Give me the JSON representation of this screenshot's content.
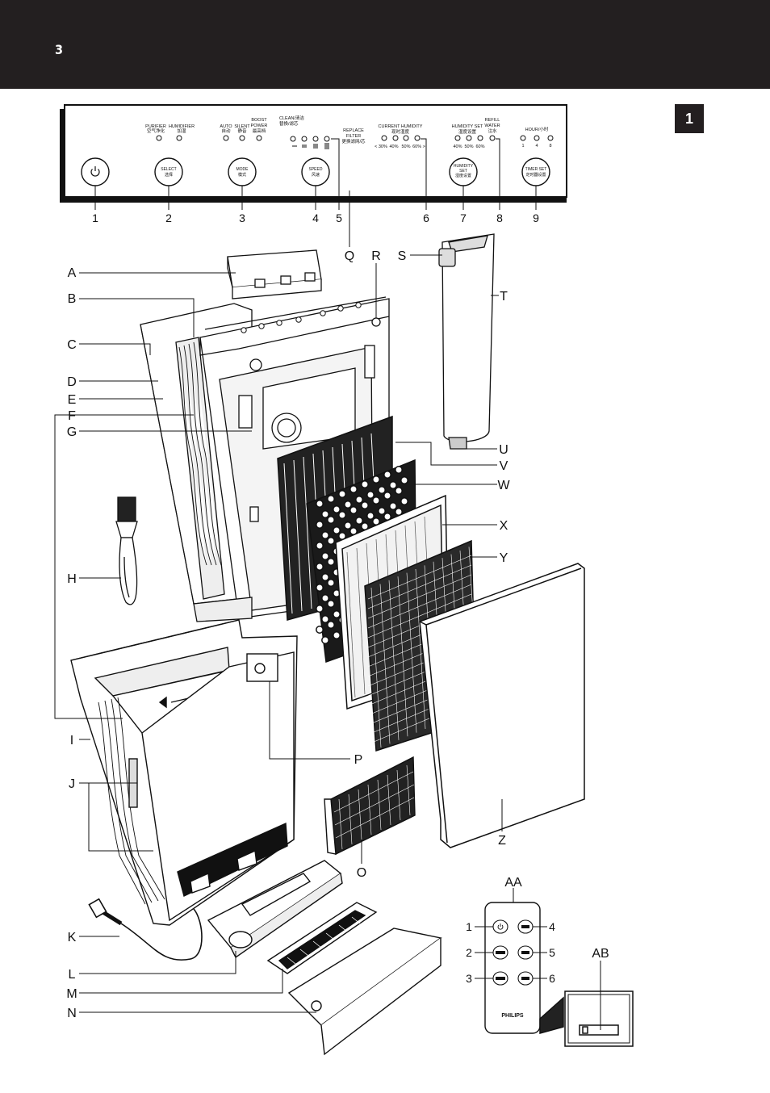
{
  "header": {
    "page_number": "3"
  },
  "figure": {
    "number": "1"
  },
  "panel": {
    "indicators": [
      {
        "text": "PURIFIER"
      },
      {
        "text": "空气净化"
      },
      {
        "text": "HUMIDIFIER"
      },
      {
        "text": "加湿"
      },
      {
        "text": "AUTO"
      },
      {
        "text": "自动"
      },
      {
        "text": "SILENT"
      },
      {
        "text": "静音"
      },
      {
        "text": "BOOST"
      },
      {
        "text": "POWER"
      },
      {
        "text": "最高档"
      },
      {
        "text": "CLEAN/清洁"
      },
      {
        "text": "替换/滤芯"
      },
      {
        "text": "REPLACE"
      },
      {
        "text": "FILTER"
      },
      {
        "text": "更换滤网/芯"
      },
      {
        "text": "CURRENT HUMIDITY"
      },
      {
        "text": "现时湿度"
      },
      {
        "text": "HUMIDITY SET"
      },
      {
        "text": "湿度设置"
      },
      {
        "text": "REFILL"
      },
      {
        "text": "WATER"
      },
      {
        "text": "注水"
      },
      {
        "text": "HOUR/小时"
      }
    ],
    "humidity_scale": [
      "< 30%",
      "40%",
      "50%",
      "60% >"
    ],
    "humidity_set_scale": [
      "40%",
      "50%",
      "60%"
    ],
    "hour_scale": [
      "1",
      "4",
      "8"
    ],
    "buttons": [
      {
        "en": "",
        "cn": ""
      },
      {
        "en": "SELECT",
        "cn": "选择"
      },
      {
        "en": "MODE",
        "cn": "模式"
      },
      {
        "en": "SPEED",
        "cn": "风速"
      },
      {
        "en": "HUMIDITY SET",
        "cn": "湿度设置"
      },
      {
        "en": "TIMER SET",
        "cn": "定时器设置"
      }
    ]
  },
  "callouts": {
    "panel_numbers": [
      "1",
      "2",
      "3",
      "4",
      "5",
      "6",
      "7",
      "8",
      "9"
    ],
    "letters_left": [
      "A",
      "B",
      "C",
      "D",
      "E",
      "F",
      "G",
      "H",
      "I",
      "J",
      "K",
      "L",
      "M",
      "N"
    ],
    "letters_top": [
      "Q",
      "R",
      "S"
    ],
    "letters_right": [
      "T",
      "U",
      "V",
      "W",
      "X",
      "Y",
      "Z"
    ],
    "letters_bottom": [
      "P",
      "O",
      "AA",
      "AB"
    ],
    "remote_numbers": [
      "1",
      "2",
      "3",
      "4",
      "5",
      "6"
    ]
  },
  "remote": {
    "brand": "PHILIPS"
  }
}
